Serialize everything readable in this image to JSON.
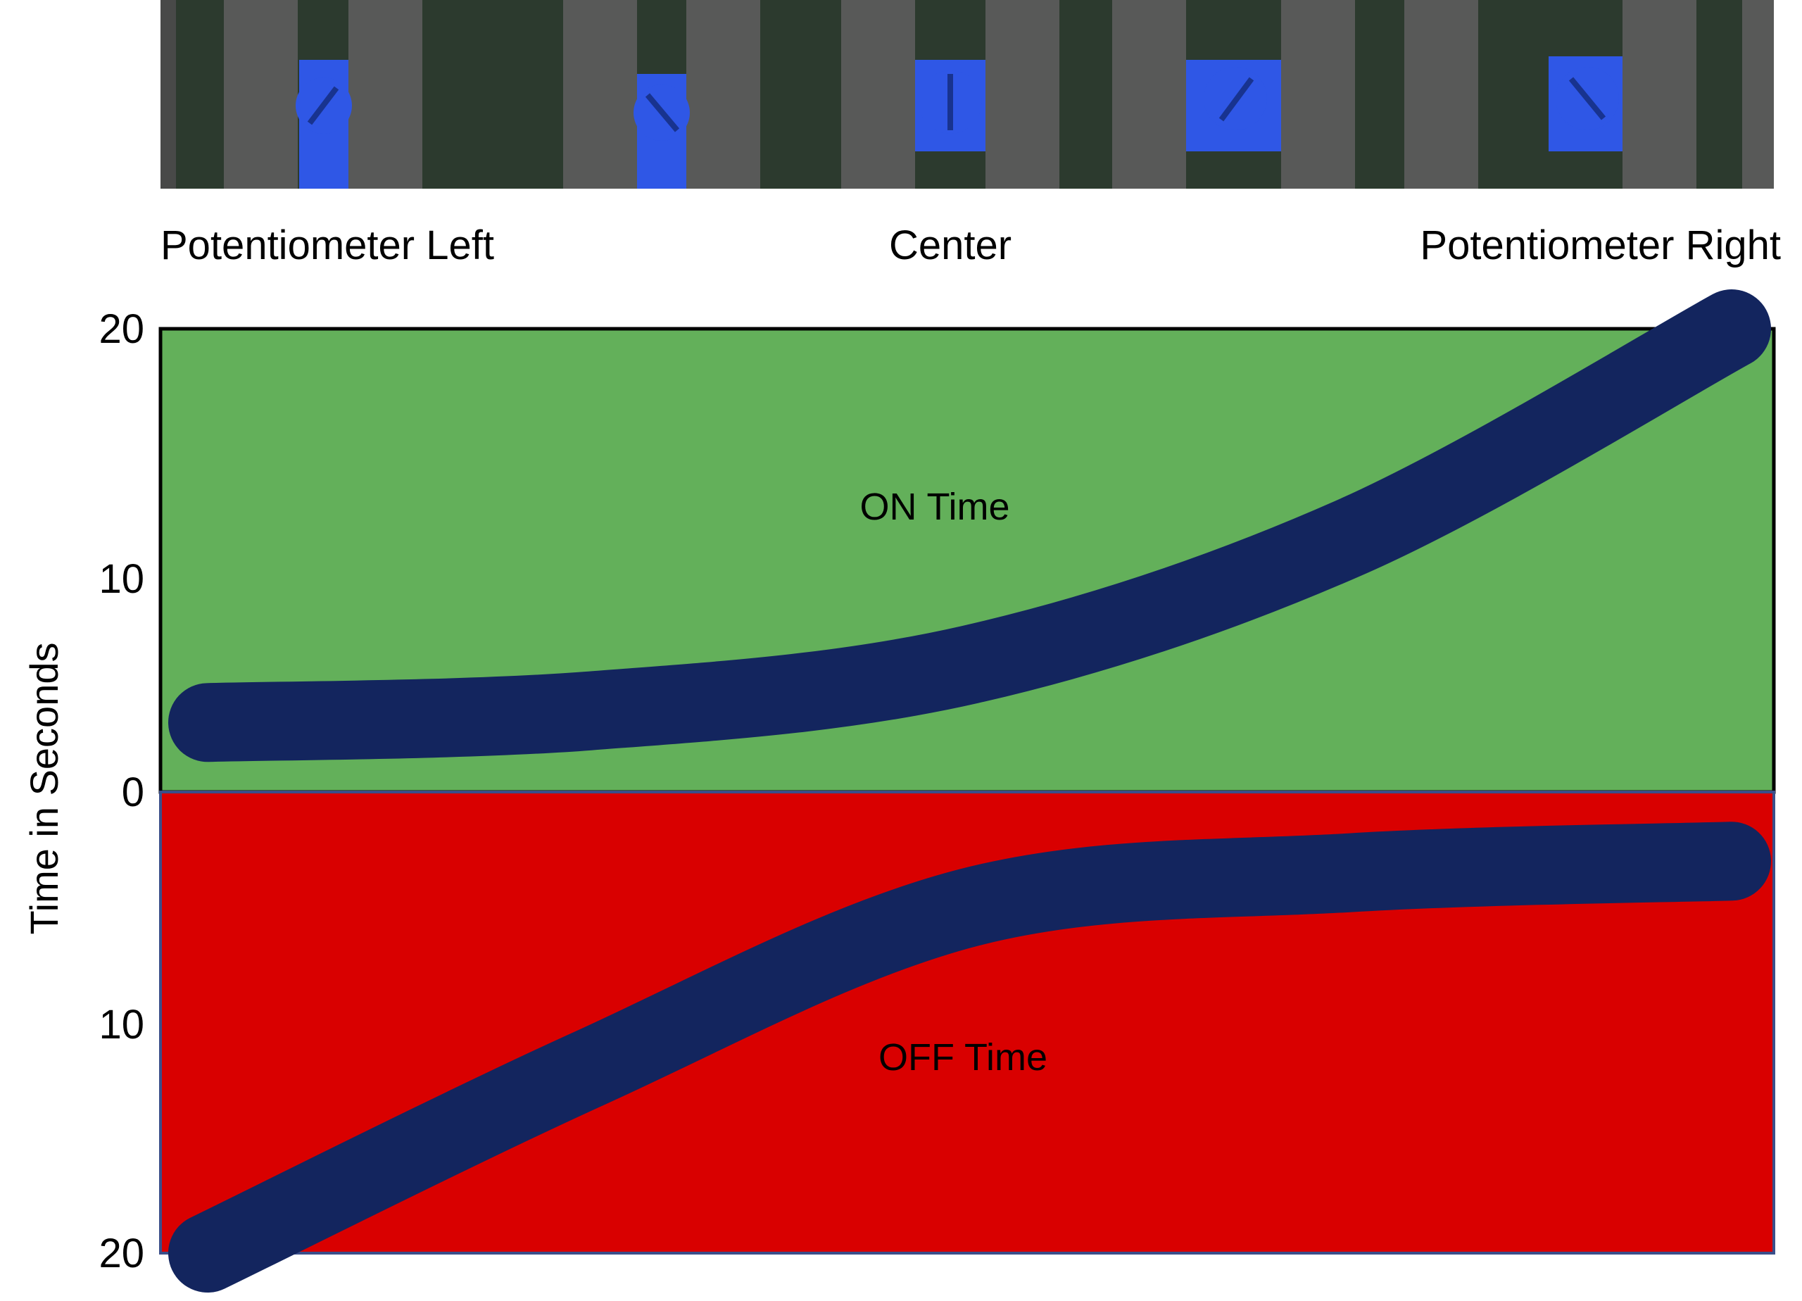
{
  "labels": {
    "pot_left": "Potentiometer Left",
    "center": "Center",
    "pot_right": "Potentiometer Right",
    "y_axis": "Time in Seconds",
    "on_region": "ON Time",
    "off_region": "OFF Time"
  },
  "y_ticks": {
    "top_max": "20",
    "top_mid": "10",
    "zero": "0",
    "bottom_mid": "10",
    "bottom_max": "20"
  },
  "colors": {
    "on_region": "#63b05a",
    "off_region": "#d90000",
    "curve": "#13255e",
    "photo_bg": "#3a4a3a",
    "knob": "#2f57e6"
  },
  "photo_strip": {
    "knob_positions": [
      "left",
      "left-center",
      "center",
      "right-center",
      "right"
    ]
  },
  "chart_data": {
    "type": "line",
    "xlabel": "",
    "ylabel": "Time in Seconds",
    "x_tick_labels": [
      "Potentiometer Left",
      "Center",
      "Potentiometer Right"
    ],
    "ylim": [
      0,
      20
    ],
    "series": [
      {
        "name": "ON Time",
        "x": [
          0,
          0.25,
          0.5,
          0.75,
          1.0
        ],
        "y": [
          3,
          3.5,
          5.5,
          11,
          20
        ]
      },
      {
        "name": "OFF Time",
        "x": [
          0,
          0.25,
          0.5,
          0.75,
          1.0
        ],
        "y": [
          20,
          12,
          5,
          3.5,
          3
        ]
      }
    ]
  }
}
